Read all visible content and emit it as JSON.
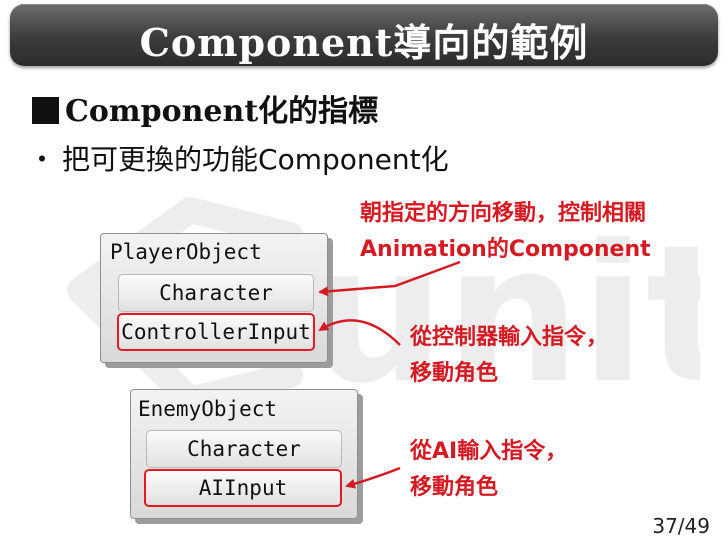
{
  "slide": {
    "title": "Component導向的範例",
    "heading": "Component化的指標",
    "bullet": "把可更換的功能Component化",
    "notes": {
      "animation_line1": "朝指定的方向移動，控制相關",
      "animation_line2": "Animation的Component",
      "controller_line1": "從控制器輸入指令，",
      "controller_line2": "移動角色",
      "ai_line1": "從AI輸入指令，",
      "ai_line2": "移動角色"
    },
    "player_panel": {
      "title": "PlayerObject",
      "slot1": "Character",
      "slot2": "ControllerInput"
    },
    "enemy_panel": {
      "title": "EnemyObject",
      "slot1": "Character",
      "slot2": "AIInput"
    },
    "watermark": "unity",
    "page_number": "37/49"
  },
  "colors": {
    "accent_red": "#d41a22",
    "title_bar": "#3b3b3b"
  }
}
